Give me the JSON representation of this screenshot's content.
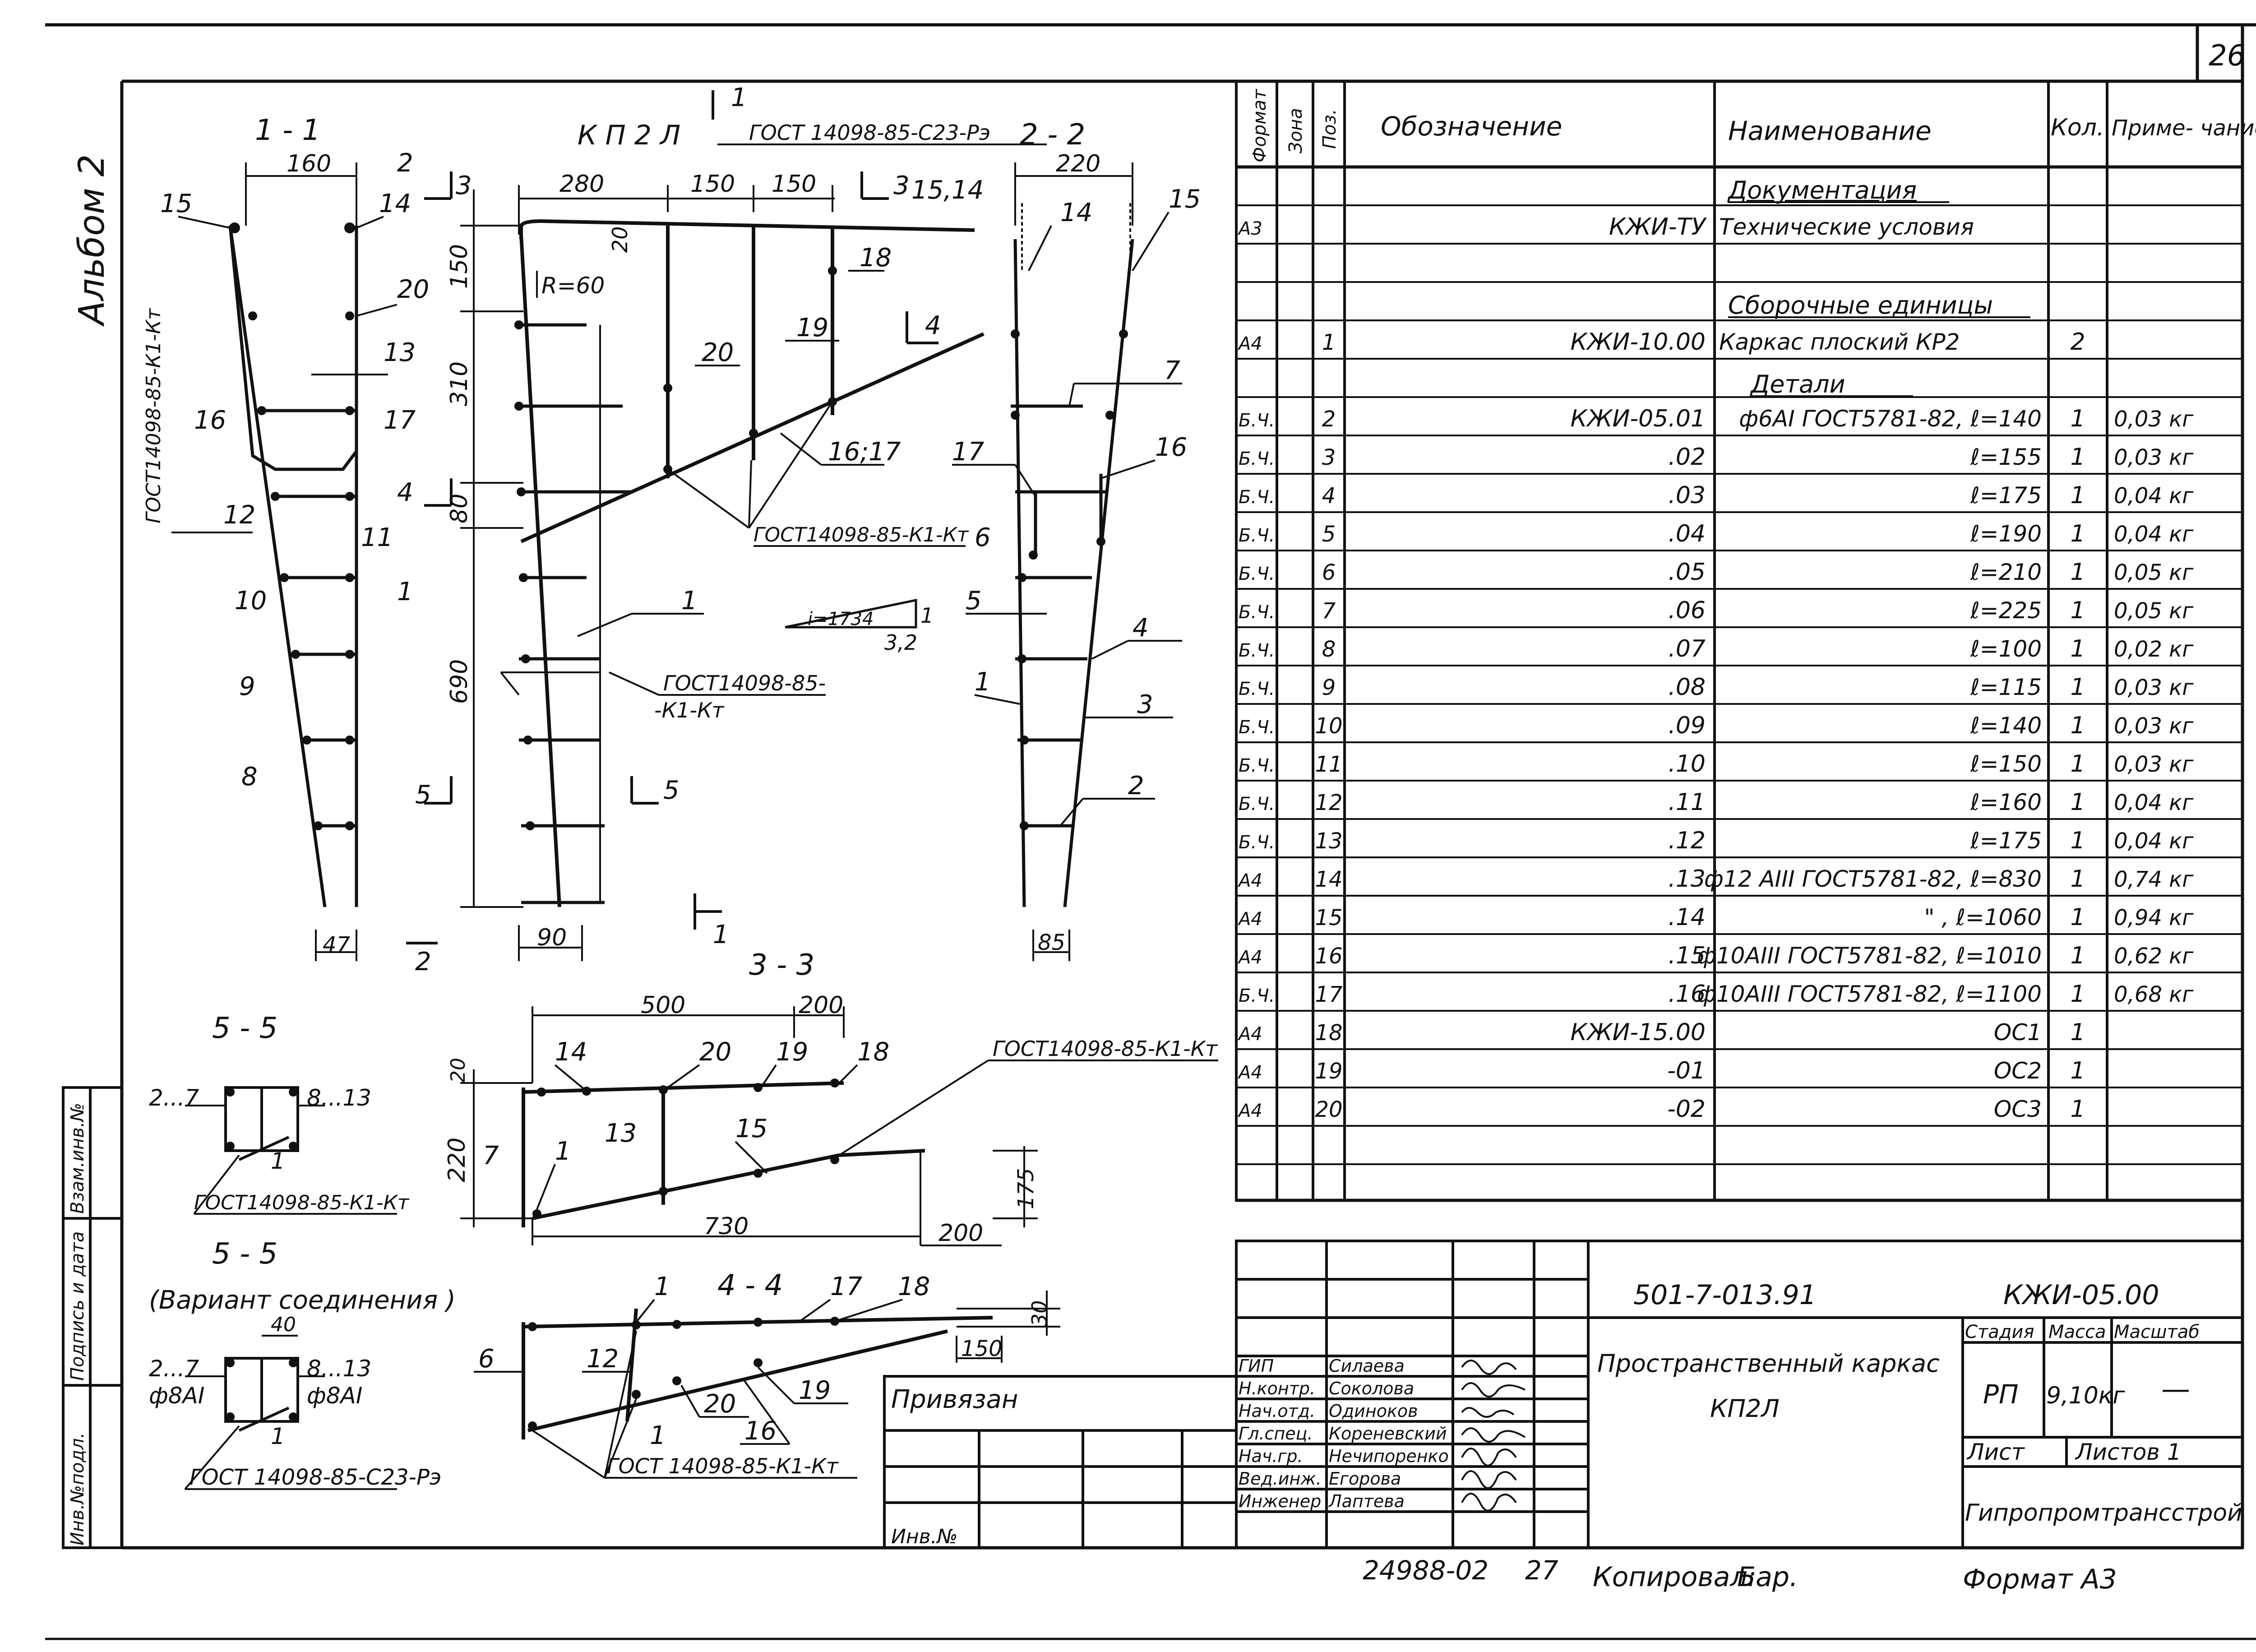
{
  "page_number": "26",
  "album": "Альбом 2",
  "drawing": {
    "sec11": "1 - 1",
    "sec22": "2 - 2",
    "sec33": "3 - 3",
    "sec44": "4 - 4",
    "sec55": "5 - 5",
    "sec55b": "5 - 5",
    "variant": "(Вариант соединения )",
    "kp2l": "К П 2 Л",
    "gost_c23_top": "ГОСТ 14098-85-С23-Рэ",
    "gost_k1_vert": "ГОСТ14098-85-К1-Кт",
    "gost_k1_mid": "ГОСТ14098-85-К1-Кт",
    "gost_k1_a": "ГОСТ14098-85-",
    "gost_k1_b": "-К1-Кт",
    "gost_k1_55": "ГОСТ14098-85-К1-Кт",
    "gost_k1_33": "ГОСТ14098-85-К1-Кт",
    "gost_c23_bot": "ГОСТ 14098-85-С23-Рэ",
    "gost_k1_44": "ГОСТ 14098-85-К1-Кт",
    "r60": "R=60",
    "slope_i": "i=1734",
    "slope_32": "3,2",
    "phi8a_1": "ф8АI",
    "phi8a_2": "ф8АI",
    "range27": "2...7",
    "range813": "8...13"
  },
  "dims": {
    "d160": "160",
    "d280": "280",
    "d150a": "150",
    "d150b": "150",
    "d220": "220",
    "d150v": "150",
    "d20": "20",
    "d310": "310",
    "d80": "80",
    "d690": "690",
    "d47": "47",
    "d90": "90",
    "d85": "85",
    "d500": "500",
    "d200a": "200",
    "d220v": "220",
    "d730": "730",
    "d200b": "200",
    "d175": "175",
    "d40": "40",
    "d150c": "150",
    "d30": "30"
  },
  "spec_table": {
    "headers": {
      "format": "Формат",
      "zone": "Зона",
      "pos": "Поз.",
      "designation": "Обозначение",
      "name": "Наименование",
      "qty": "Кол.",
      "note": "Приме- чание"
    },
    "sections": {
      "documentation": "Документация",
      "assembly": "Сборочные единицы",
      "details": "Детали"
    },
    "rows": [
      {
        "fmt": "А3",
        "pos": "",
        "des": "КЖИ-ТУ",
        "name": "Технические условия",
        "qty": "",
        "note": ""
      },
      {
        "fmt": "А4",
        "pos": "1",
        "des": "КЖИ-10.00",
        "name": "Каркас плоский КР2",
        "qty": "2",
        "note": ""
      },
      {
        "fmt": "Б.Ч.",
        "pos": "2",
        "des": "КЖИ-05.01",
        "name": "ф6АI ГОСТ5781-82, ℓ=140",
        "qty": "1",
        "note": "0,03 кг"
      },
      {
        "fmt": "Б.Ч.",
        "pos": "3",
        "des": ".02",
        "name": "ℓ=155",
        "qty": "1",
        "note": "0,03 кг"
      },
      {
        "fmt": "Б.Ч.",
        "pos": "4",
        "des": ".03",
        "name": "ℓ=175",
        "qty": "1",
        "note": "0,04 кг"
      },
      {
        "fmt": "Б.Ч.",
        "pos": "5",
        "des": ".04",
        "name": "ℓ=190",
        "qty": "1",
        "note": "0,04 кг"
      },
      {
        "fmt": "Б.Ч.",
        "pos": "6",
        "des": ".05",
        "name": "ℓ=210",
        "qty": "1",
        "note": "0,05 кг"
      },
      {
        "fmt": "Б.Ч.",
        "pos": "7",
        "des": ".06",
        "name": "ℓ=225",
        "qty": "1",
        "note": "0,05 кг"
      },
      {
        "fmt": "Б.Ч.",
        "pos": "8",
        "des": ".07",
        "name": "ℓ=100",
        "qty": "1",
        "note": "0,02 кг"
      },
      {
        "fmt": "Б.Ч.",
        "pos": "9",
        "des": ".08",
        "name": "ℓ=115",
        "qty": "1",
        "note": "0,03 кг"
      },
      {
        "fmt": "Б.Ч.",
        "pos": "10",
        "des": ".09",
        "name": "ℓ=140",
        "qty": "1",
        "note": "0,03 кг"
      },
      {
        "fmt": "Б.Ч.",
        "pos": "11",
        "des": ".10",
        "name": "ℓ=150",
        "qty": "1",
        "note": "0,03 кг"
      },
      {
        "fmt": "Б.Ч.",
        "pos": "12",
        "des": ".11",
        "name": "ℓ=160",
        "qty": "1",
        "note": "0,04 кг"
      },
      {
        "fmt": "Б.Ч.",
        "pos": "13",
        "des": ".12",
        "name": "ℓ=175",
        "qty": "1",
        "note": "0,04 кг"
      },
      {
        "fmt": "А4",
        "pos": "14",
        "des": ".13",
        "name": "ф12 АIII ГОСТ5781-82, ℓ=830",
        "qty": "1",
        "note": "0,74 кг"
      },
      {
        "fmt": "А4",
        "pos": "15",
        "des": ".14",
        "name": "\"                 , ℓ=1060",
        "qty": "1",
        "note": "0,94 кг"
      },
      {
        "fmt": "А4",
        "pos": "16",
        "des": ".15",
        "name": "ф10АIII ГОСТ5781-82, ℓ=1010",
        "qty": "1",
        "note": "0,62 кг"
      },
      {
        "fmt": "Б.Ч.",
        "pos": "17",
        "des": ".16",
        "name": "ф10АIII ГОСТ5781-82, ℓ=1100",
        "qty": "1",
        "note": "0,68 кг"
      },
      {
        "fmt": "А4",
        "pos": "18",
        "des": "КЖИ-15.00",
        "name": "ОС1",
        "qty": "1",
        "note": ""
      },
      {
        "fmt": "А4",
        "pos": "19",
        "des": "-01",
        "name": "ОС2",
        "qty": "1",
        "note": ""
      },
      {
        "fmt": "А4",
        "pos": "20",
        "des": "-02",
        "name": "ОС3",
        "qty": "1",
        "note": ""
      }
    ]
  },
  "title_block": {
    "project_code": "501-7-013.91",
    "doc_code": "КЖИ-05.00",
    "title_line1": "Пространственный каркас",
    "title_line2": "КП2Л",
    "stage_h": "Стадия",
    "mass_h": "Масса",
    "scale_h": "Масштаб",
    "stage": "РП",
    "mass": "9,10кг",
    "scale": "—",
    "sheet_h": "Лист",
    "sheets_h": "Листов 1",
    "org": "Гипропромтрансстрой",
    "people": [
      {
        "role": "ГИП",
        "name": "Силаева"
      },
      {
        "role": "Н.контр.",
        "name": "Соколова"
      },
      {
        "role": "Нач.отд.",
        "name": "Одиноков"
      },
      {
        "role": "Гл.спец.",
        "name": "Кореневский"
      },
      {
        "role": "Нач.гр.",
        "name": "Нечипоренко"
      },
      {
        "role": "Вед.инж.",
        "name": "Егорова"
      },
      {
        "role": "Инженер",
        "name": "Лаптева"
      }
    ]
  },
  "left_strip": {
    "inv_orig": "Инв.№подл.",
    "sign_date": "Подпись и дата",
    "vzam": "Взам.инв.№"
  },
  "privyazan": {
    "label": "Привязан",
    "inv": "Инв.№"
  },
  "footer": {
    "number": "24988-02",
    "sheet": "27",
    "copied": "Копировал:",
    "copied_sign": "Бар.",
    "format": "Формат А3"
  }
}
